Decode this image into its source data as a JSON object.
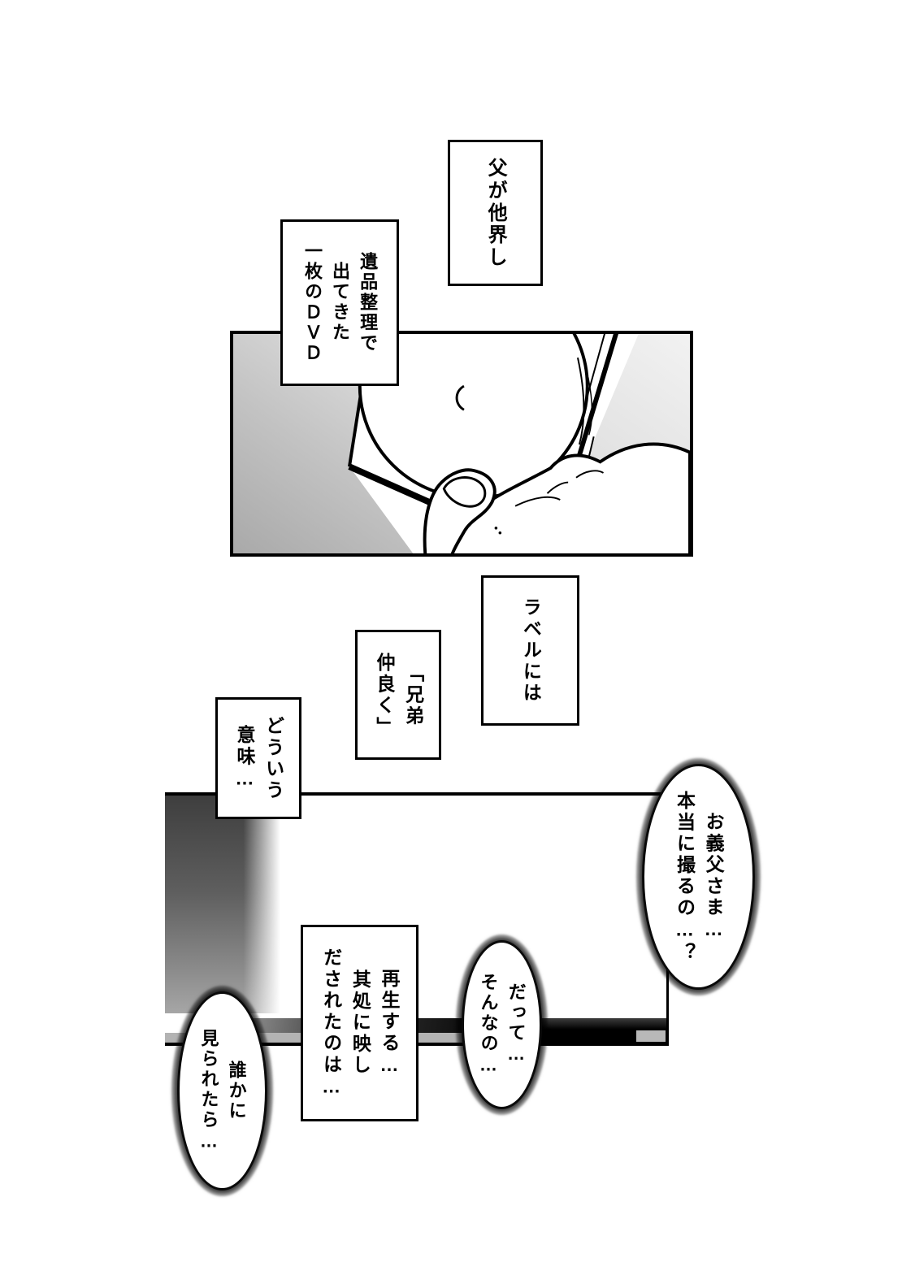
{
  "boxes": {
    "father": {
      "text": "父が他界し"
    },
    "dvd": {
      "text": "遺品整理で\n出てきた\n一枚のＤＶＤ"
    },
    "label": {
      "text": "ラベルには"
    },
    "disc_title": {
      "text": "「兄弟\n仲良く」"
    },
    "meaning": {
      "text": "どういう\n意味…"
    },
    "playback": {
      "text": "再生する…\n其処に映し\nだされたのは…"
    }
  },
  "bubbles": {
    "father_really": {
      "text": "お義父さま…\n本当に撮るの…？"
    },
    "but_that": {
      "text": "だって…\nそんなの…"
    },
    "if_seen": {
      "text": "誰かに\n見られたら…"
    }
  },
  "colors": {
    "ink": "#000000",
    "paper": "#ffffff",
    "panel_gradient_light": "#f2f2f2",
    "panel_gradient_dark": "#a9a9a9",
    "tv_bar_dark": "#3e3e3e",
    "tv_bar_light": "#a6a6a6",
    "tv_strip_gray": "#b3b3b3"
  }
}
